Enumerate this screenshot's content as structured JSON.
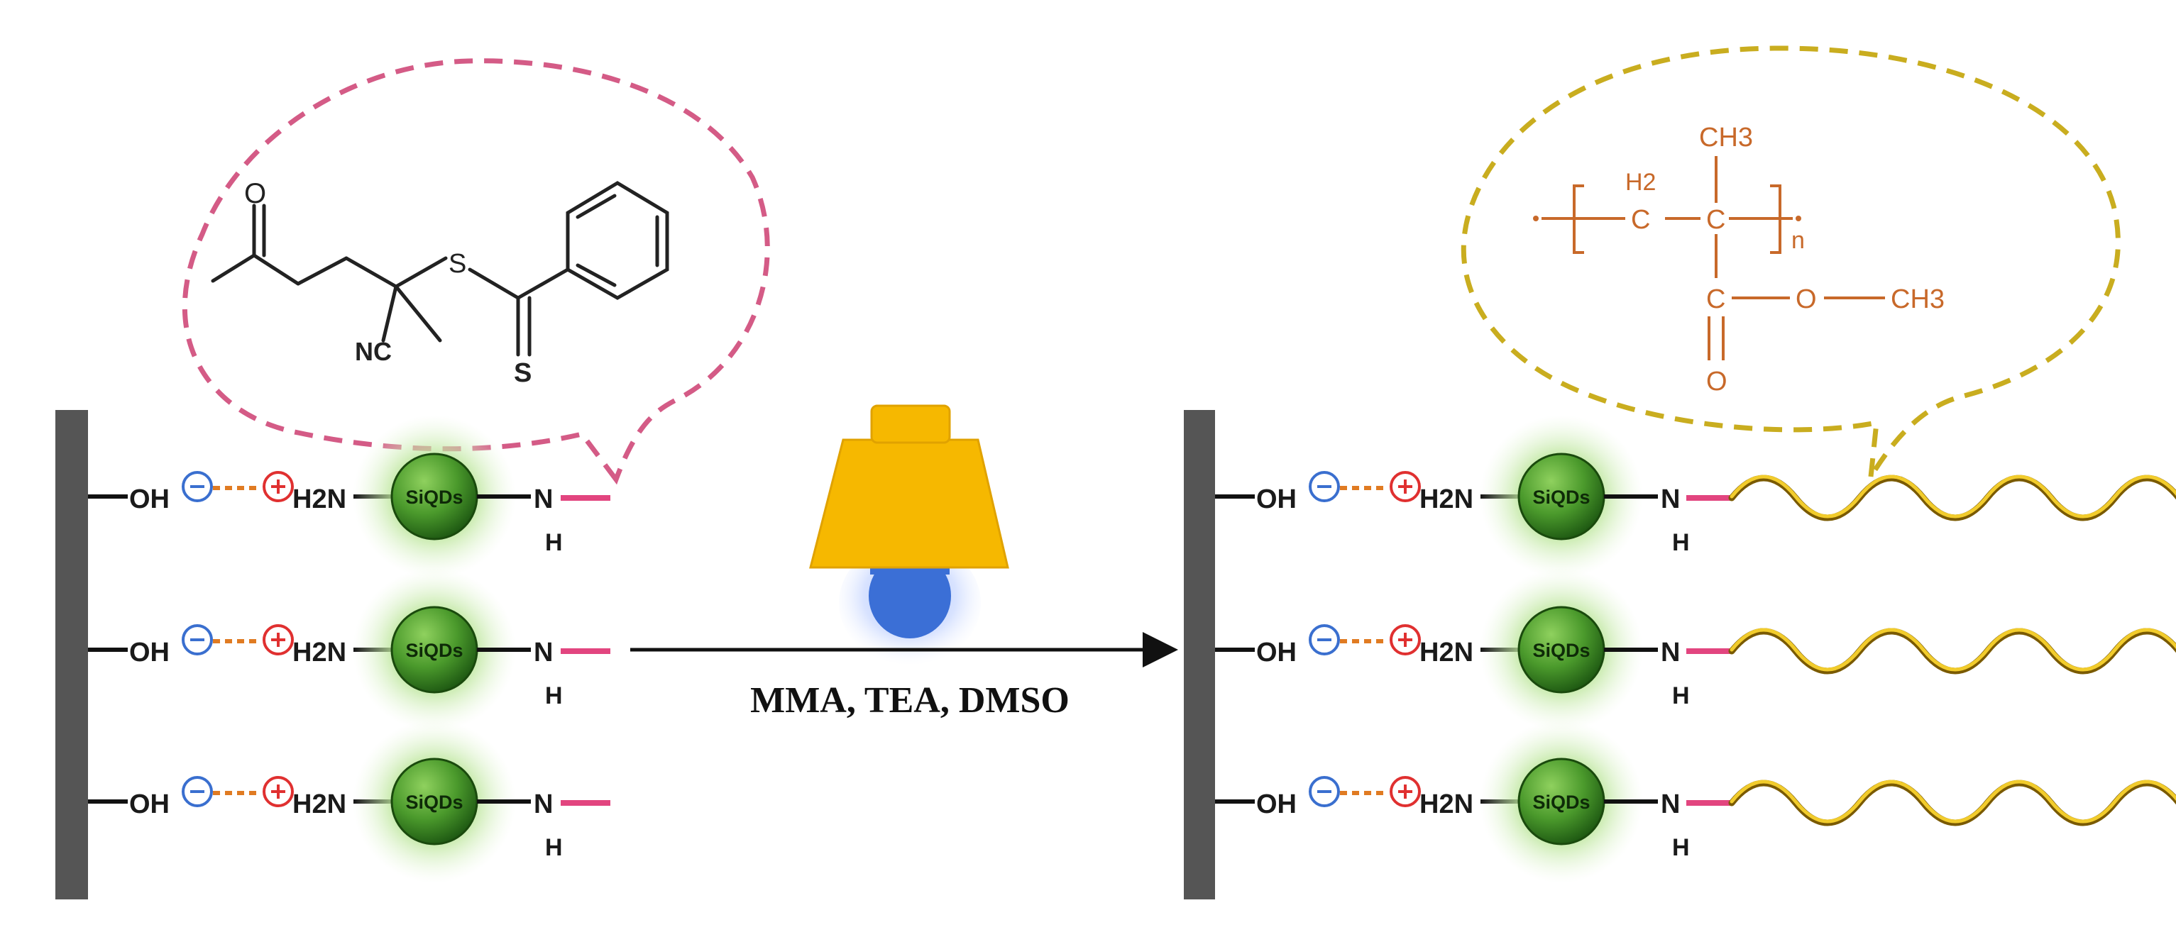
{
  "raft_agent": {
    "o_label": "O",
    "s_label": "S",
    "s_bottom_label": "S",
    "nc_label": "NC"
  },
  "polymer": {
    "ch3_top": "CH3",
    "h2": "H2",
    "c_left": "C",
    "c_right": "C",
    "n_sub": "n",
    "c_carbonyl": "C",
    "o_ester": "O",
    "ch3_ester": "CH3",
    "o_carbonyl": "O"
  },
  "chain": {
    "oh": "OH",
    "h2n": "H2N",
    "qd": "SiQDs",
    "n": "N",
    "h": "H"
  },
  "reaction": {
    "conditions": "MMA, TEA, DMSO"
  },
  "colors": {
    "surface": "#555555",
    "qd": "#2e7d1d",
    "qd_glow": "#a8e08a",
    "linker_pink": "#e2457f",
    "polymer_chain": "#e3b80e",
    "lamp_body": "#f6b800",
    "lamp_light": "#3b6fd6",
    "raft_bubble": "#d45b86",
    "polymer_bubble": "#c9ad1f",
    "polymer_text": "#c8692a"
  }
}
